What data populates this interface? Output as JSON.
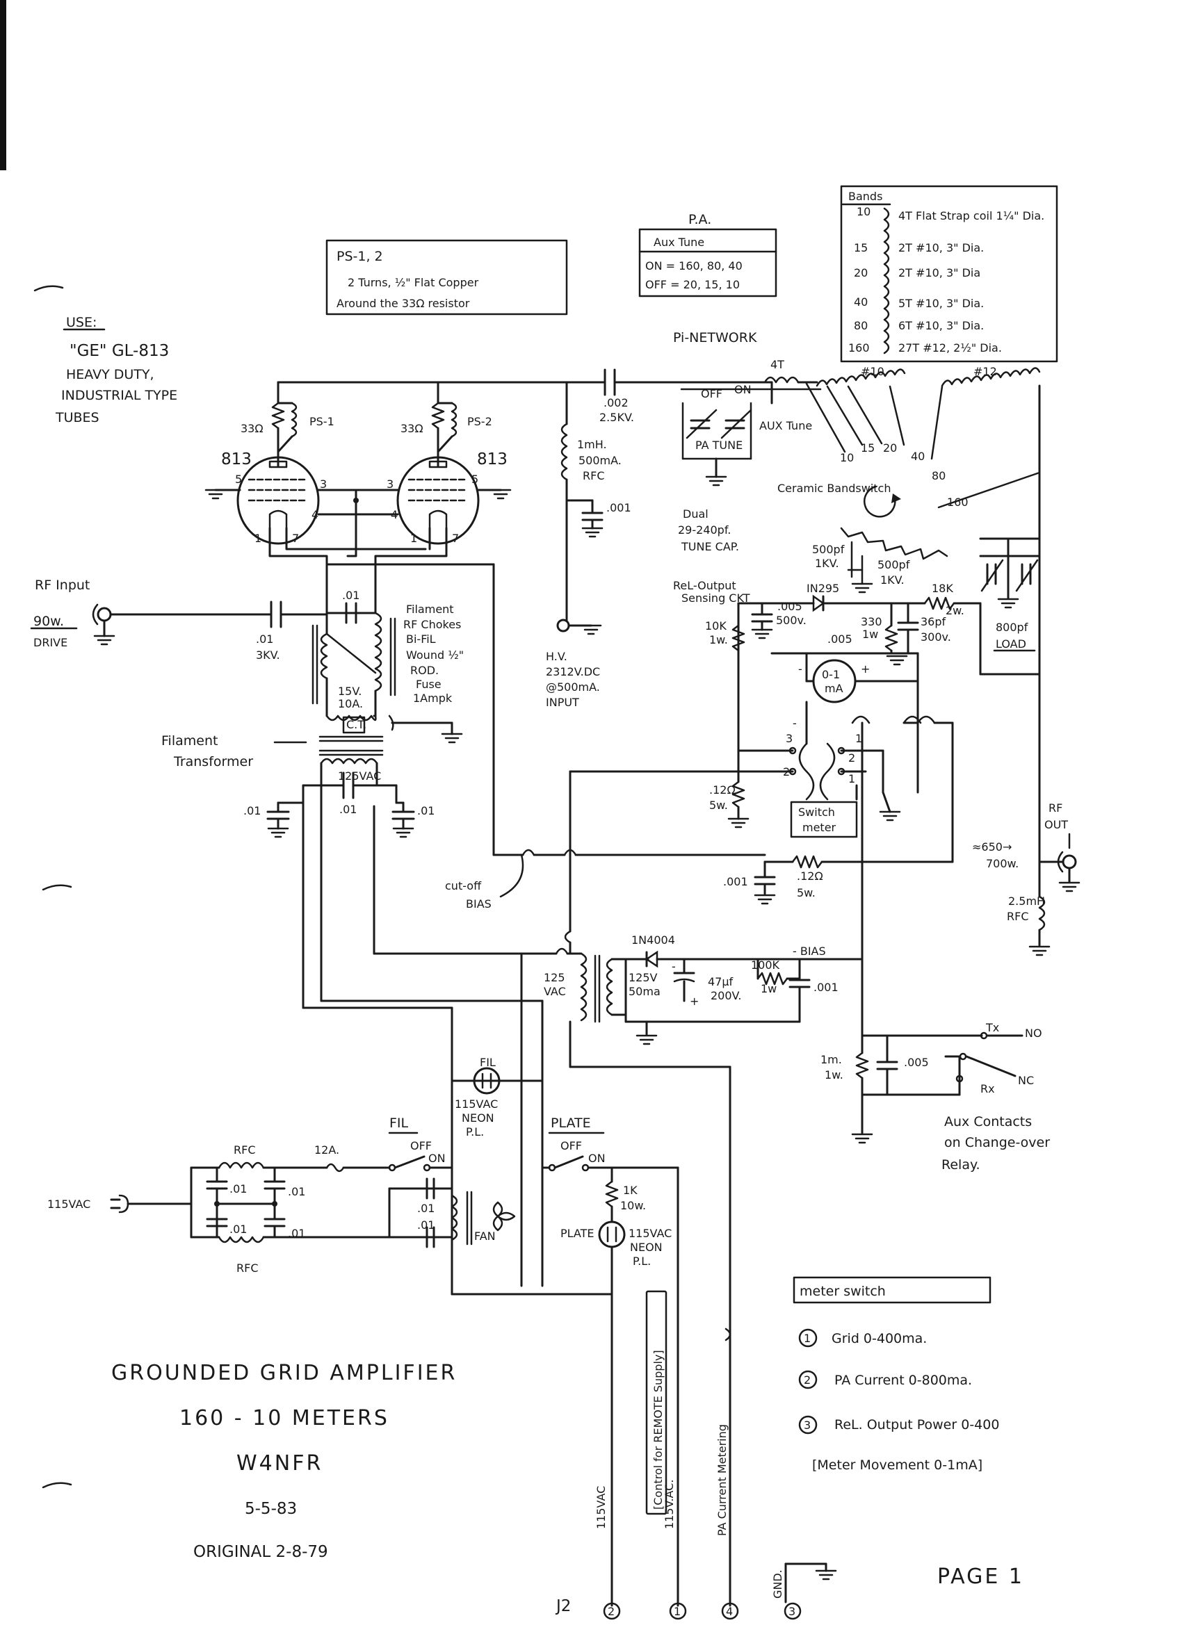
{
  "use_note": {
    "l1": "USE:",
    "l2": "\"GE\" GL-813",
    "l3": "HEAVY DUTY,",
    "l4": "INDUSTRIAL TYPE",
    "l5": "TUBES"
  },
  "ps_box": {
    "title": "PS-1, 2",
    "l1": "2 Turns, ½\" Flat Copper",
    "l2": "Around the 33Ω resistor"
  },
  "pa_box": {
    "title": "P.A.",
    "sub": "Aux Tune",
    "on": "ON = 160, 80, 40",
    "off": "OFF = 20, 15, 10"
  },
  "bands_box": {
    "title": "Bands",
    "rows": [
      {
        "band": "10",
        "desc": "4T Flat Strap coil 1¼\" Dia."
      },
      {
        "band": "15",
        "desc": "2T #10, 3\" Dia."
      },
      {
        "band": "20",
        "desc": "2T #10, 3\" Dia"
      },
      {
        "band": "40",
        "desc": "5T #10, 3\" Dia."
      },
      {
        "band": "80",
        "desc": "6T #10, 3\" Dia."
      },
      {
        "band": "160",
        "desc": "27T #12, 2½\" Dia."
      }
    ]
  },
  "tubes": {
    "left": "813",
    "right": "813",
    "r_left": "33Ω",
    "r_right": "33Ω",
    "ps1": "PS-1",
    "ps2": "PS-2",
    "pins": {
      "p1": "1",
      "p3": "3",
      "p4": "4",
      "p5": "5",
      "p7": "7"
    }
  },
  "pi": {
    "title": "Pi-NETWORK",
    "l4t": "4T",
    "n10": "#10",
    "n12": "#12",
    "b10": "10",
    "b15": "15",
    "b20": "20",
    "b40": "40",
    "b80": "80",
    "b160": "160",
    "bandswitch": "Ceramic Bandswitch",
    "cap002": ".002",
    "cap002v": "2.5KV.",
    "off": "OFF",
    "on": "ON",
    "pa_tune": "PA TUNE",
    "aux_tune": "AUX Tune",
    "dual": "Dual",
    "dual2": "29-240pf.",
    "dual3": "TUNE CAP.",
    "c500a": "500pf",
    "c500a_v": "1KV.",
    "c500b": "500pf",
    "c500b_v": "1KV."
  },
  "rfc": {
    "l1": "1mH.",
    "l2": "500mA.",
    "l3": "RFC",
    "c001": ".001"
  },
  "hv": {
    "l1": "H.V.",
    "l2": "2312V.DC",
    "l3": "@500mA.",
    "l4": "INPUT"
  },
  "rf_input": {
    "l1": "RF Input",
    "l2": "90w.",
    "l3": "DRIVE",
    "c01": ".01",
    "c01v": "3KV.",
    "c01b": ".01"
  },
  "filament": {
    "chokes1": "Filament",
    "chokes2": "RF Chokes",
    "chokes3": "Bi-FiL",
    "chokes4": "Wound ½\"",
    "chokes5": "ROD.",
    "fuse1": "Fuse",
    "fuse2": "1Ampk",
    "sec1": "15V.",
    "sec2": "10A.",
    "ct": "C.T.",
    "xfmr1": "Filament",
    "xfmr2": "Transformer",
    "pri": "125VAC",
    "c1": ".01",
    "c2": ".01",
    "c3": ".01"
  },
  "rel": {
    "title1": "ReL-Output",
    "title2": "Sensing CKT",
    "diode": "IN295",
    "c005a": ".005",
    "c005a_v": "500v.",
    "r10k": "10K",
    "r10k_w": "1w.",
    "r330": "330",
    "r330_w": "1w",
    "c36": "36pf",
    "c36_v": "300v.",
    "r18k": "18K",
    "r18k_w": "2w.",
    "c005b": ".005",
    "meter": "0-1",
    "meter2": "mA",
    "load1": "800pf",
    "load2": "LOAD",
    "minus": "-",
    "plus": "+"
  },
  "switch": {
    "label1": "Switch",
    "label2": "meter",
    "p1": "1",
    "p2": "2",
    "p3": "3",
    "r12a": ".12Ω",
    "r12a_w": "5w.",
    "r12b": ".12Ω",
    "r12b_w": "5w.",
    "c001": ".001"
  },
  "rf_out": {
    "l1": "RF",
    "l2": "OUT",
    "pwr1": "≈650→",
    "pwr2": "700w.",
    "rfc1": "2.5mH",
    "rfc2": "RFC"
  },
  "bias": {
    "cutoff1": "cut-off",
    "cutoff2": "BIAS",
    "diode": "1N4004",
    "xfmr1": "125",
    "xfmr2": "VAC",
    "sec1": "125V",
    "sec2": "50ma",
    "c47": "47μf",
    "c47_v": "200V.",
    "r100k": "100K",
    "r100k_w": "1w",
    "c001": ".001",
    "minus_bias": "- BIAS",
    "r1m": "1m.",
    "r1m_w": "1w.",
    "c005": ".005",
    "plus": "+"
  },
  "relay": {
    "tx": "Tx",
    "no": "NO",
    "rx": "Rx",
    "nc": "NC",
    "aux1": "Aux Contacts",
    "aux2": "on Change-over",
    "aux3": "Relay."
  },
  "power": {
    "ac_in": "115VAC",
    "rfc_top": "RFC",
    "rfc_bot": "RFC",
    "c1": ".01",
    "c2": ".01",
    "c3": ".01",
    "c4": ".01",
    "fuse": "12A.",
    "fil_sw": "FIL",
    "off": "OFF",
    "on": "ON",
    "fan": "FAN",
    "fc1": ".01",
    "fc2": ".01",
    "fil_lamp": "FIL",
    "lamp1_1": "115VAC",
    "lamp1_2": "NEON",
    "lamp1_3": "P.L.",
    "plate_sw": "PLATE",
    "off2": "OFF",
    "on2": "ON",
    "r1k": "1K",
    "r1k_w": "10w.",
    "plate_lamp": "PLATE",
    "lamp2_1": "115VAC",
    "lamp2_2": "NEON",
    "lamp2_3": "P.L."
  },
  "vertical": {
    "v1": "115VAC",
    "v2": "[Control for REMOTE Supply]",
    "v3": "115V.AC.",
    "v4": "PA Current Metering"
  },
  "j2": {
    "label": "J2",
    "c2": "2",
    "c1": "1",
    "c4": "4",
    "gnd": "GND.",
    "c3": "3"
  },
  "meter_switch": {
    "title": "meter switch",
    "i1": "Grid 0-400ma.",
    "i2": "PA Current 0-800ma.",
    "i3": "ReL. Output Power 0-400",
    "i4": "[Meter Movement 0-1mA]",
    "n1": "1",
    "n2": "2",
    "n3": "3"
  },
  "title_block": {
    "l1": "GROUNDED GRID AMPLIFIER",
    "l2": "160 - 10 METERS",
    "l3": "W4NFR",
    "l4": "5-5-83",
    "l5": "ORIGINAL 2-8-79"
  },
  "page": "PAGE 1"
}
